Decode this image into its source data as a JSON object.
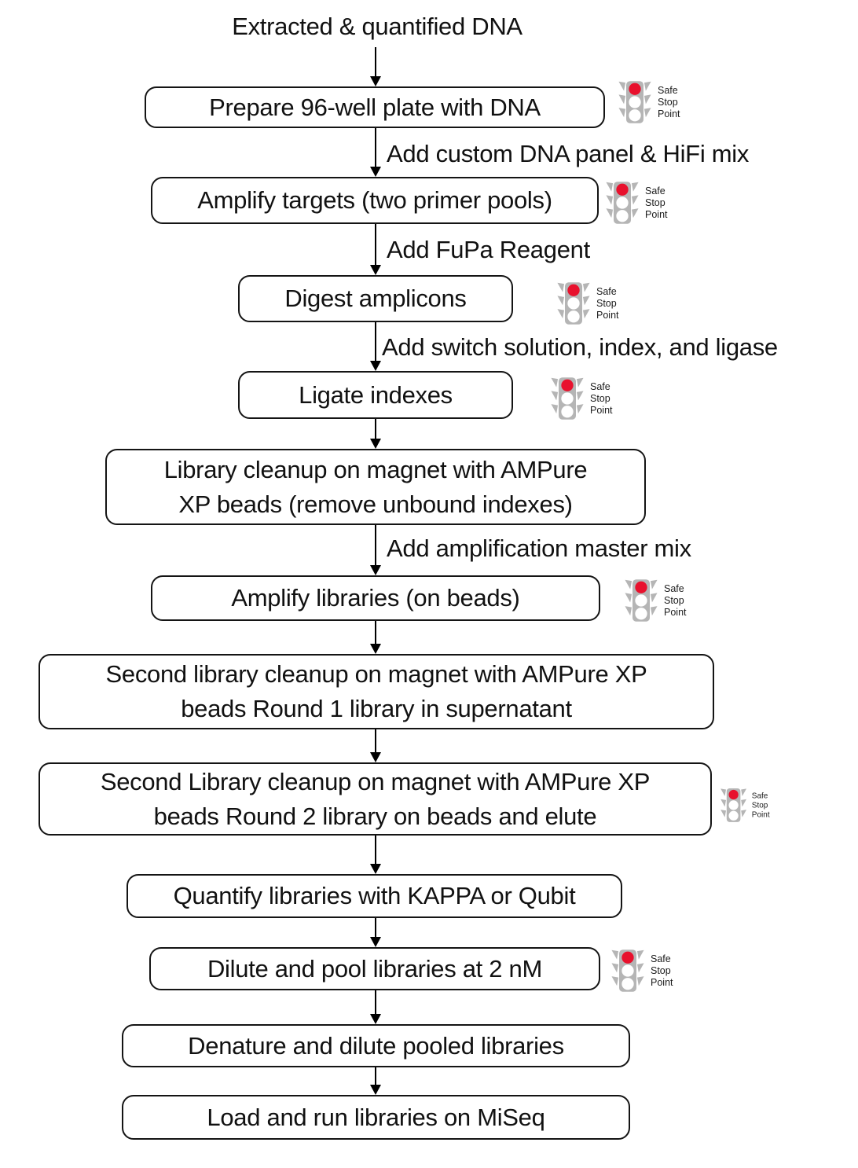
{
  "title": "Extracted & quantified DNA",
  "safe_stop": {
    "lines": [
      "Safe",
      "Stop",
      "Point"
    ]
  },
  "colors": {
    "red": "#e8112d",
    "gray": "#b5b5b5",
    "ink": "#111111"
  },
  "nodes": [
    {
      "label": "Prepare 96-well plate with DNA",
      "safe_stop": true
    },
    {
      "label": "Amplify targets (two primer pools)",
      "safe_stop": true
    },
    {
      "label": "Digest amplicons",
      "safe_stop": true
    },
    {
      "label": "Ligate indexes",
      "safe_stop": true
    },
    {
      "label": "Library cleanup on magnet with AMPure XP beads (remove unbound indexes)",
      "safe_stop": false
    },
    {
      "label": "Amplify libraries (on beads)",
      "safe_stop": true
    },
    {
      "label": "Second library cleanup on magnet with AMPure XP beads Round 1 library in supernatant",
      "safe_stop": false
    },
    {
      "label": "Second Library cleanup on magnet with AMPure XP beads Round 2 library on beads and elute",
      "safe_stop": true
    },
    {
      "label": "Quantify libraries with KAPPA or Qubit",
      "safe_stop": false
    },
    {
      "label": "Dilute and pool libraries at 2 nM",
      "safe_stop": true
    },
    {
      "label": "Denature and dilute pooled libraries",
      "safe_stop": false
    },
    {
      "label": "Load and run libraries on MiSeq",
      "safe_stop": false
    }
  ],
  "edge_labels": [
    "Add custom DNA panel & HiFi mix",
    "Add FuPa Reagent",
    "Add switch solution, index, and ligase",
    "Add amplification master mix"
  ]
}
